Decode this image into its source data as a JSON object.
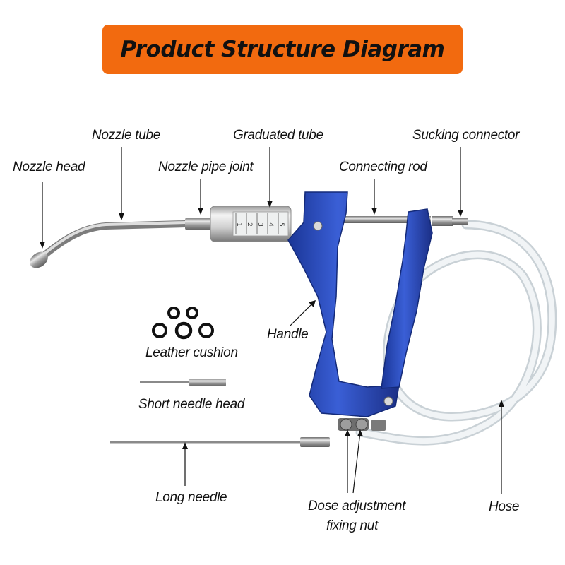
{
  "title": "Product Structure Diagram",
  "labels": {
    "nozzle_head": "Nozzle head",
    "nozzle_tube": "Nozzle tube",
    "nozzle_pipe_joint": "Nozzle pipe joint",
    "graduated_tube": "Graduated tube",
    "connecting_rod": "Connecting rod",
    "sucking_connector": "Sucking connector",
    "handle": "Handle",
    "leather_cushion": "Leather cushion",
    "short_needle_head": "Short needle head",
    "long_needle": "Long needle",
    "dose_adjustment_line1": "Dose adjustment",
    "dose_adjustment_line2": "fixing nut",
    "hose": "Hose"
  },
  "scale_marks": [
    "1",
    "2",
    "3",
    "4",
    "5"
  ],
  "colors": {
    "banner": "#f26a0f",
    "handle_blue": "#2445b8",
    "metal": "#b8b8b8",
    "hose": "#dfe6ea"
  }
}
